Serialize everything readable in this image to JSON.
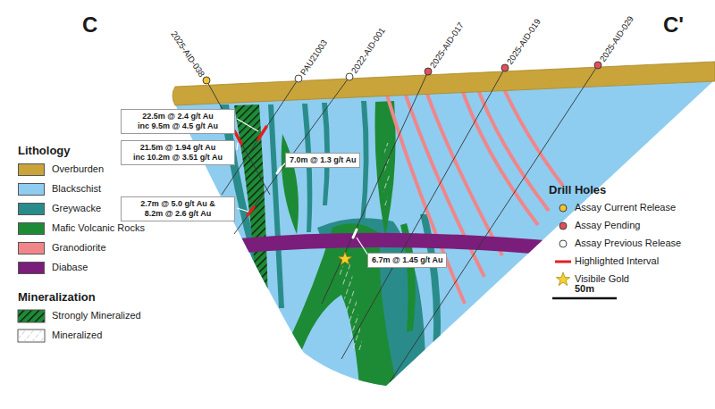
{
  "diagram": {
    "nodes": [
      {
        "text": [
          "22.5m @ 2.4 g/t Au inc 9.5m @ 4.5 g/t Au"
        ]
      },
      {
        "text": [
          "21.5m @ 1.94 g/t Au inc 10.2m @ 3.51 g/t Au"
        ]
      },
      {
        "text": [
          "7.0m @ 1.3 g/t Au"
        ]
      },
      {
        "text": [
          "2.7m @ 5.0 g/t Au & 8.2m @ 2.6 g/t Au"
        ]
      },
      {
        "text": [
          "6.7m @ 1.45 g/t Au"
        ]
      }
    ],
    "labels": [
      "C",
      "C'",
      "2025-AID-038",
      "PAU21003",
      "2022-AID-001",
      "2025-AID-017",
      "2025-AID-019",
      "2025-AID-029",
      "Lithology",
      "Mineralization",
      "Drill Holes",
      "50m"
    ],
    "legend": [
      {
        "text": "Overburden",
        "color": "#c8a43a"
      },
      {
        "text": "Blackschist",
        "color": "#8ecdf0"
      },
      {
        "text": "Greywacke",
        "color": "#2a8c8a"
      },
      {
        "text": "Mafic Volcanic Rocks",
        "color": "#1d8b35"
      },
      {
        "text": "Granodiorite",
        "color": "#f0868a"
      },
      {
        "text": "Diabase",
        "color": "#7b1e7b"
      },
      {
        "text": "Strongly Mineralized"
      },
      {
        "text": "Mineralized"
      },
      {
        "text": "Assay Current Release"
      },
      {
        "text": "Assay Pending"
      },
      {
        "text": "Assay Previous Release"
      },
      {
        "text": "Highlighted Interval"
      },
      {
        "text": "Visibile Gold"
      }
    ]
  }
}
